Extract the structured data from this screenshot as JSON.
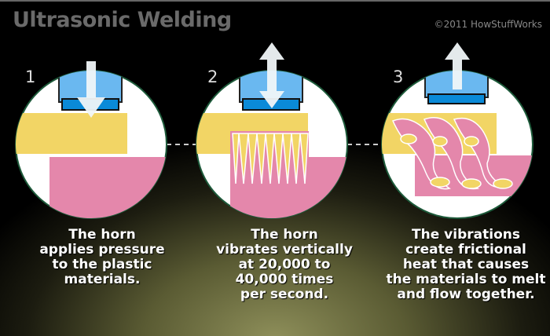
{
  "title": "Ultrasonic Welding",
  "copyright": "©2011 HowStuffWorks",
  "steps": [
    {
      "number": "1",
      "caption": "The horn\napplies pressure\nto the plastic\nmaterials."
    },
    {
      "number": "2",
      "caption": "The horn\nvibrates vertically\nat 20,000 to\n40,000 times\nper second."
    },
    {
      "number": "3",
      "caption": "The vibrations\ncreate frictional\nheat that causes\nthe materials to melt\nand flow together."
    }
  ],
  "colors": {
    "horn": "#6ab8f0",
    "horn_base": "#0a8ad8",
    "top_material": "#f2d565",
    "bottom_material": "#e487ab"
  }
}
